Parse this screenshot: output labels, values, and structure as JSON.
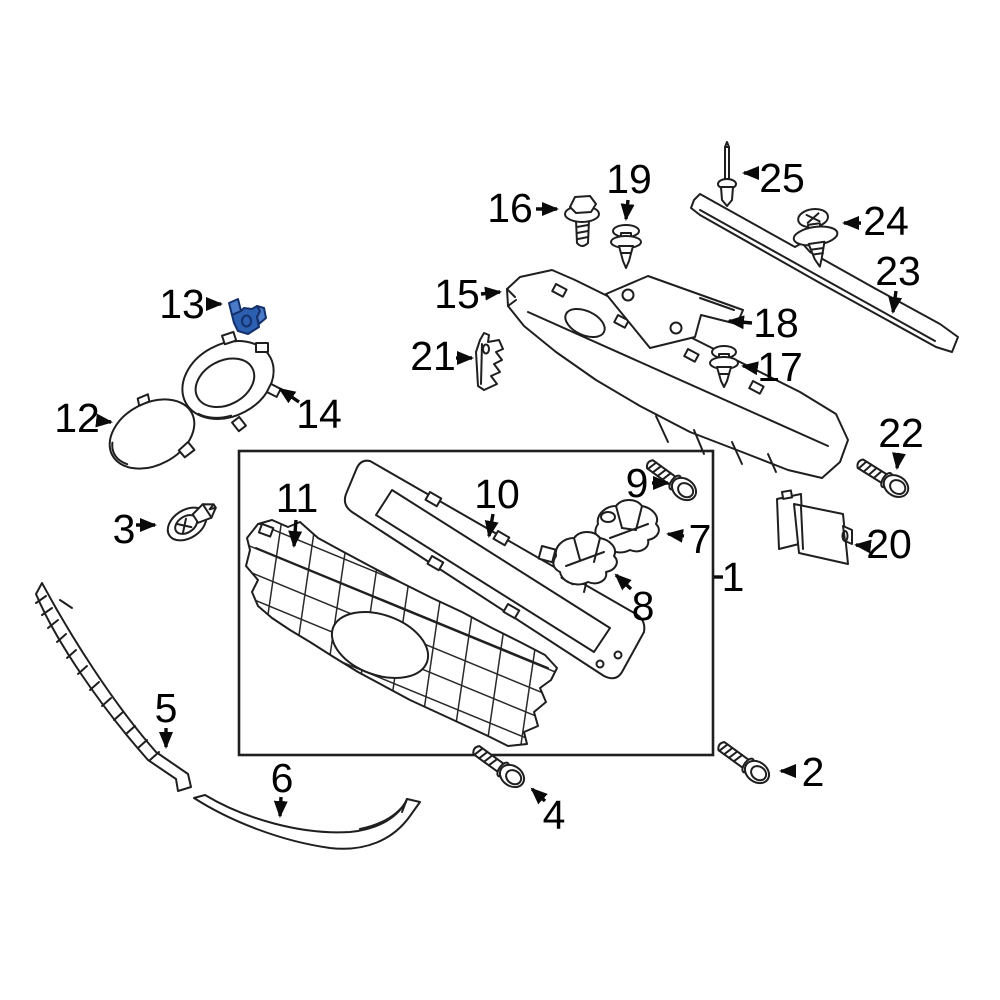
{
  "diagram": {
    "kind": "exploded-parts-diagram",
    "background_color": "#ffffff",
    "line_color": "#1f1f1f",
    "label_color": "#000000",
    "highlighted_part": "13",
    "highlight_fill": "#2d5fb0",
    "highlight_fill_light": "#4a7ac8",
    "highlight_stroke": "#14306b"
  },
  "labels": {
    "p1": "1",
    "p2": "2",
    "p3": "3",
    "p4": "4",
    "p5": "5",
    "p6": "6",
    "p7": "7",
    "p8": "8",
    "p9": "9",
    "p10": "10",
    "p11": "11",
    "p12": "12",
    "p13": "13",
    "p14": "14",
    "p15": "15",
    "p16": "16",
    "p17": "17",
    "p18": "18",
    "p19": "19",
    "p20": "20",
    "p21": "21",
    "p22": "22",
    "p23": "23",
    "p24": "24",
    "p25": "25"
  }
}
